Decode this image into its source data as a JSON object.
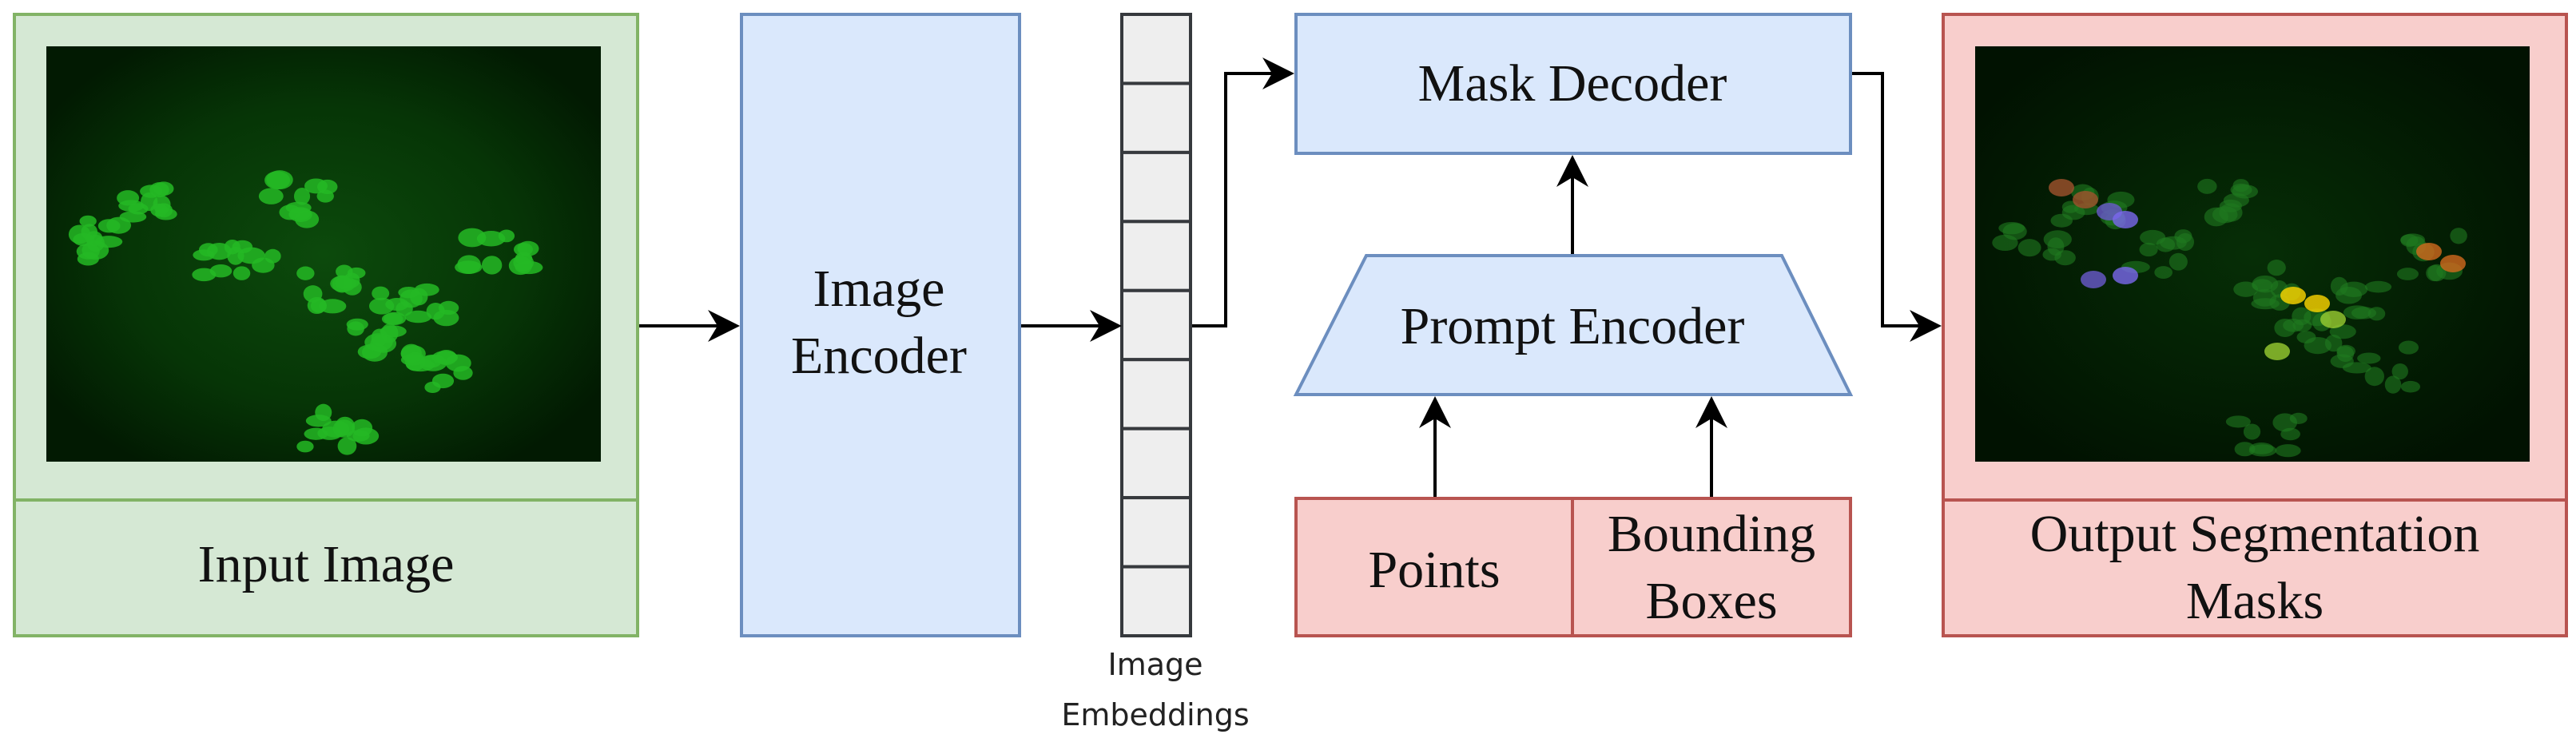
{
  "nodes": {
    "input_image": {
      "label": "Input Image"
    },
    "image_encoder": {
      "label_line1": "Image",
      "label_line2": "Encoder"
    },
    "image_embeddings": {
      "label_line1": "Image",
      "label_line2": "Embeddings",
      "cell_count": 9
    },
    "mask_decoder": {
      "label": "Mask Decoder"
    },
    "prompt_encoder": {
      "label": "Prompt Encoder"
    },
    "points": {
      "label": "Points"
    },
    "bounding_boxes": {
      "label_line1": "Bounding",
      "label_line2": "Boxes"
    },
    "output_masks": {
      "label_line1": "Output Segmentation",
      "label_line2": "Masks"
    }
  },
  "colors": {
    "green_fill": "#d5e8d4",
    "green_stroke": "#82b366",
    "blue_fill": "#dae8fc",
    "blue_stroke": "#6c8ebf",
    "red_fill": "#f8cecc",
    "red_stroke": "#b85450",
    "cell_fill": "#eeeeee",
    "cell_stroke": "#36393d",
    "arrow": "#000000"
  },
  "mask_colors": [
    "#a0522d",
    "#6a5acd",
    "#7b68ee",
    "#9acd32",
    "#d2691e",
    "#ffd700"
  ]
}
